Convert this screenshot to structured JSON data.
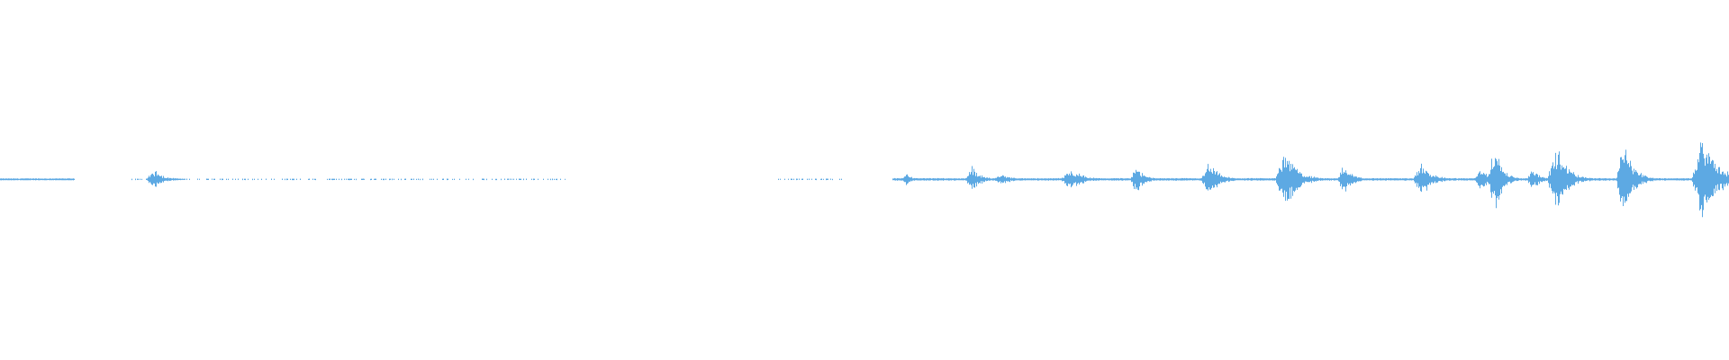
{
  "waveform": {
    "color": "#5DA9E3",
    "background": "#FFFFFF",
    "max_amplitude_fraction": 0.5,
    "baseline_segments": [
      {
        "start": 0.0,
        "end": 0.043,
        "level": 0.006
      },
      {
        "start": 0.075,
        "end": 0.327,
        "level": 0.004,
        "dashed": true
      },
      {
        "start": 0.45,
        "end": 0.487,
        "level": 0.004,
        "dashed": true
      },
      {
        "start": 0.516,
        "end": 1.0,
        "level": 0.008
      }
    ],
    "bursts": [
      {
        "position": 0.089,
        "peak": 0.1,
        "width": 0.018
      },
      {
        "position": 0.524,
        "peak": 0.09,
        "width": 0.008
      },
      {
        "position": 0.562,
        "peak": 0.13,
        "width": 0.016
      },
      {
        "position": 0.579,
        "peak": 0.05,
        "width": 0.022
      },
      {
        "position": 0.619,
        "peak": 0.11,
        "width": 0.024
      },
      {
        "position": 0.657,
        "peak": 0.15,
        "width": 0.014
      },
      {
        "position": 0.699,
        "peak": 0.17,
        "width": 0.02
      },
      {
        "position": 0.743,
        "peak": 0.38,
        "width": 0.022
      },
      {
        "position": 0.777,
        "peak": 0.16,
        "width": 0.016
      },
      {
        "position": 0.822,
        "peak": 0.17,
        "width": 0.02
      },
      {
        "position": 0.856,
        "peak": 0.12,
        "width": 0.014
      },
      {
        "position": 0.864,
        "peak": 0.37,
        "width": 0.016
      },
      {
        "position": 0.886,
        "peak": 0.14,
        "width": 0.012
      },
      {
        "position": 0.9,
        "peak": 0.34,
        "width": 0.022
      },
      {
        "position": 0.939,
        "peak": 0.46,
        "width": 0.018
      },
      {
        "position": 0.985,
        "peak": 0.45,
        "width": 0.028
      }
    ]
  }
}
